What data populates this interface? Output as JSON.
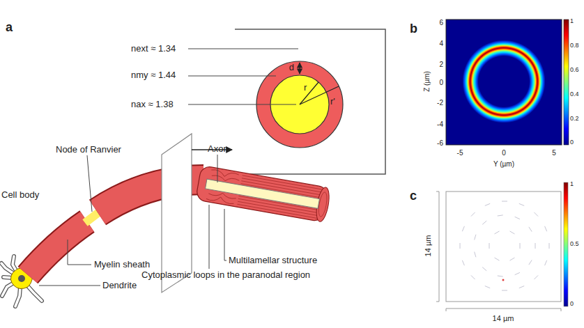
{
  "diagram": {
    "labels": [
      "a",
      "next ≈ 1.34",
      "nmy ≈ 1.44",
      "nax ≈ 1.38",
      "d",
      "r",
      "r'",
      "Node of Ranvier",
      "Axon",
      "Cell body",
      "Myelin sheath",
      "Multilamellar structure",
      "Cytoplasmic loops in the paranodal region",
      "Dendrite",
      "b",
      "6",
      "4",
      "2",
      "0",
      "-2",
      "-4",
      "-6",
      "Z (µm)",
      "-5",
      "0",
      "5",
      "Y (µm)",
      "1",
      "0.8",
      "0.6",
      "0.4",
      "0.2",
      "0",
      "c",
      "14 µm",
      "14 µm",
      "1",
      "0.5",
      "0"
    ]
  }
}
